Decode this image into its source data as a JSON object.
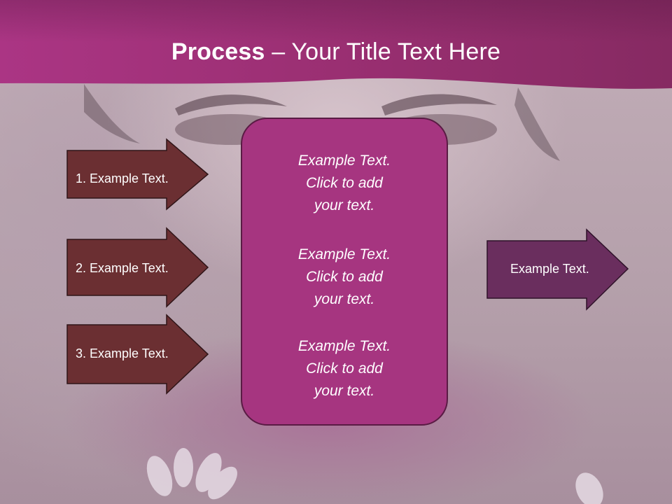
{
  "title": {
    "bold": "Process",
    "rest": " – Your Title Text Here"
  },
  "left_arrows": [
    {
      "label": "1. Example Text."
    },
    {
      "label": "2. Example Text."
    },
    {
      "label": "3. Example Text."
    }
  ],
  "center_blocks": [
    {
      "lines": [
        "Example Text.",
        "Click  to add",
        "your text."
      ]
    },
    {
      "lines": [
        "Example Text.",
        "Click  to add",
        "your text."
      ]
    },
    {
      "lines": [
        "Example Text.",
        "Click  to add",
        "your text."
      ]
    }
  ],
  "right_arrow": {
    "label": "Example Text."
  },
  "colors": {
    "header": "#a0306f",
    "left_arrow_fill": "#6b2f32",
    "center_box_fill": "#a63580",
    "right_arrow_fill": "#6a2e5e"
  }
}
